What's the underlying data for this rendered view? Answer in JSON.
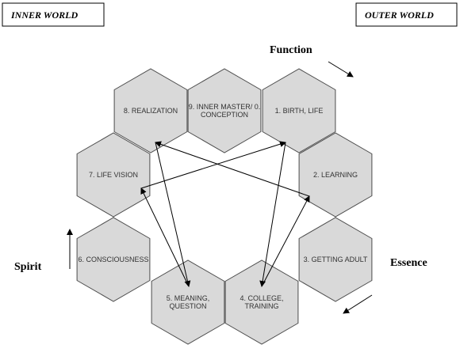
{
  "labels": {
    "inner_world": "INNER WORLD",
    "outer_world": "OUTER WORLD",
    "function": "Function",
    "essence": "Essence",
    "spirit": "Spirit"
  },
  "stages": [
    {
      "id": "realization",
      "lines": [
        "8. REALIZATION"
      ]
    },
    {
      "id": "inner-master",
      "lines": [
        "9. INNER MASTER/ 0.",
        "CONCEPTION"
      ]
    },
    {
      "id": "birth-life",
      "lines": [
        "1. BIRTH, LIFE"
      ]
    },
    {
      "id": "life-vision",
      "lines": [
        "7. LIFE VISION"
      ]
    },
    {
      "id": "learning",
      "lines": [
        "2. LEARNING"
      ]
    },
    {
      "id": "consciousness",
      "lines": [
        "6. CONSCIOUSNESS"
      ]
    },
    {
      "id": "getting-adult",
      "lines": [
        "3. GETTING ADULT"
      ]
    },
    {
      "id": "meaning-question",
      "lines": [
        "5. MEANING,",
        "QUESTION"
      ]
    },
    {
      "id": "college-training",
      "lines": [
        "4. COLLEGE,",
        "TRAINING"
      ]
    }
  ],
  "connections": [
    {
      "from": "birth-life",
      "to": "college-training"
    },
    {
      "from": "college-training",
      "to": "learning"
    },
    {
      "from": "learning",
      "to": "realization"
    },
    {
      "from": "realization",
      "to": "meaning-question"
    },
    {
      "from": "meaning-question",
      "to": "life-vision"
    },
    {
      "from": "life-vision",
      "to": "birth-life"
    }
  ],
  "colors": {
    "hex_fill": "#d9d9d9",
    "hex_stroke": "#4d4d4d",
    "arrow": "#000000",
    "text": "#333333"
  }
}
